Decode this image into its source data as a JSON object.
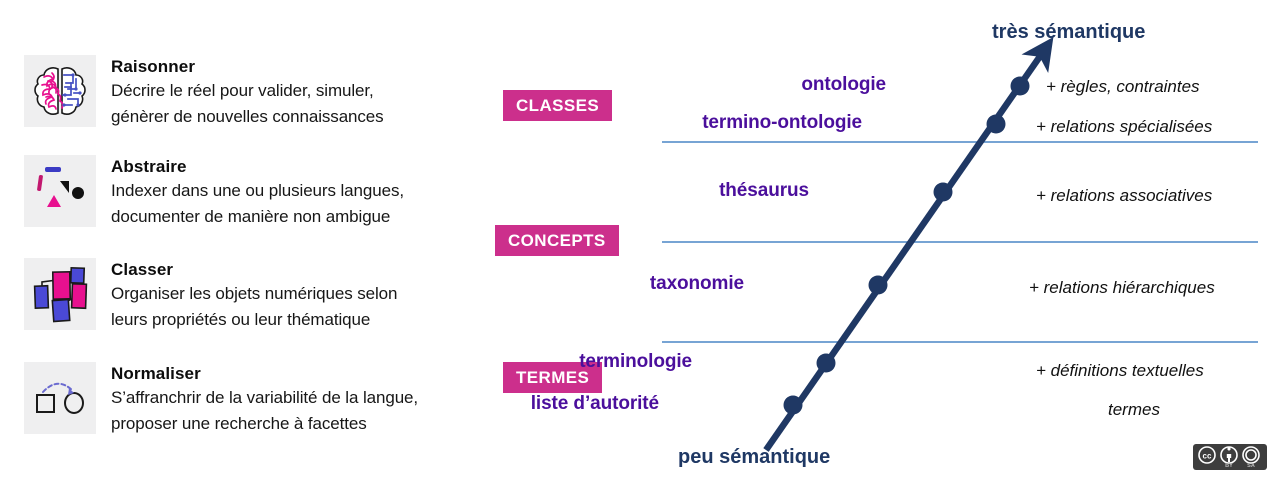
{
  "left_panel": {
    "features": [
      {
        "icon": "brain-icon",
        "title": "Raisonner",
        "description": "Décrire le réel pour valider, simuler,\ngénèrer de nouvelles connaissances"
      },
      {
        "icon": "abstract-shapes-icon",
        "title": "Abstraire",
        "description": "Indexer dans une ou plusieurs langues,\ndocumenter de manière non ambigue"
      },
      {
        "icon": "network-nodes-icon",
        "title": "Classer",
        "description": "Organiser les objets numériques selon\nleurs propriétés ou leur thématique"
      },
      {
        "icon": "square-to-circle-arrow-icon",
        "title": "Normaliser",
        "description": "S’affranchrir de la variabilité de la langue,\nproposer une recherche à facettes"
      }
    ]
  },
  "badges": [
    {
      "label": "CLASSES"
    },
    {
      "label": "CONCEPTS"
    },
    {
      "label": "TERMES"
    }
  ],
  "diagram": {
    "top_pole": "très sémantique",
    "bottom_pole": "peu sémantique",
    "nodes": [
      {
        "label": "ontologie"
      },
      {
        "label": "termino-ontologie"
      },
      {
        "label": "thésaurus"
      },
      {
        "label": "taxonomie"
      },
      {
        "label": "terminologie"
      },
      {
        "label": "liste d’autorité"
      }
    ],
    "annotations": [
      {
        "text": "+ règles, contraintes"
      },
      {
        "text": "+ relations spécialisées"
      },
      {
        "text": "+ relations associatives"
      },
      {
        "text": "+ relations hiérarchiques"
      },
      {
        "text": "+ définitions textuelles"
      },
      {
        "text": "termes"
      }
    ]
  },
  "license": {
    "name": "cc-by-sa-badge",
    "cc": "CC",
    "by": "BY",
    "sa": "SA"
  },
  "colors": {
    "badge_magenta": "#cc2f8c",
    "node_purple": "#4b0f9c",
    "arrow_navy": "#1f3864",
    "divider_blue": "#4a86c5",
    "icon_box": "#efeff0"
  }
}
